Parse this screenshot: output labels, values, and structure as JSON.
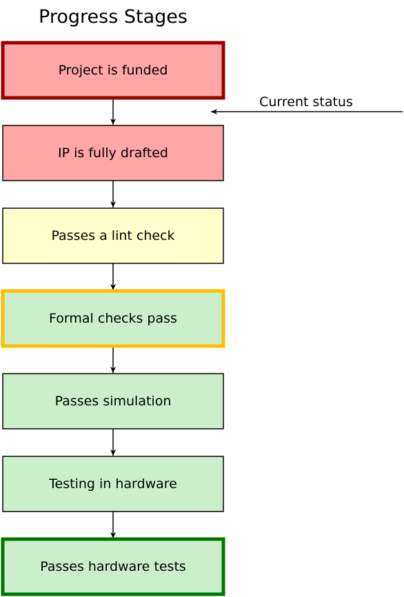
{
  "title": "Progress Stages",
  "current_status_label": "Current status",
  "stages": [
    {
      "label": "Project is funded",
      "fill": "#ffa6a6",
      "border": "#990000",
      "emphasis": true
    },
    {
      "label": "IP is fully drafted",
      "fill": "#ffa6a6",
      "border": "#000000",
      "emphasis": false
    },
    {
      "label": "Passes a lint check",
      "fill": "#ffffcc",
      "border": "#000000",
      "emphasis": false
    },
    {
      "label": "Formal checks pass",
      "fill": "#cbefcb",
      "border": "#ffbf00",
      "emphasis": true
    },
    {
      "label": "Passes simulation",
      "fill": "#cbefcb",
      "border": "#000000",
      "emphasis": false
    },
    {
      "label": "Testing in hardware",
      "fill": "#cbefcb",
      "border": "#000000",
      "emphasis": false
    },
    {
      "label": "Passes hardware tests",
      "fill": "#cbefcb",
      "border": "#007700",
      "emphasis": true
    }
  ],
  "current_status_between": [
    0,
    1
  ]
}
